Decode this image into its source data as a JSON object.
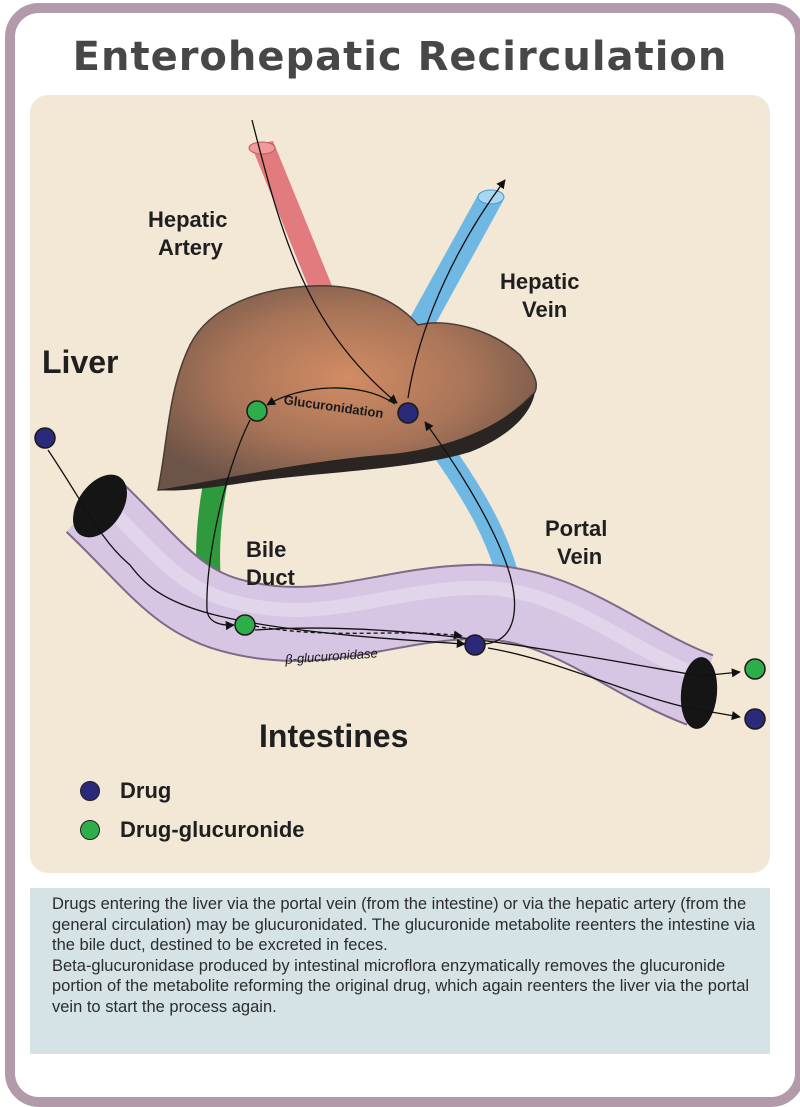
{
  "title": "Enterohepatic Recirculation",
  "labels": {
    "hepatic_artery": [
      "Hepatic",
      "Artery"
    ],
    "hepatic_vein": [
      "Hepatic",
      "Vein"
    ],
    "liver": "Liver",
    "bile_duct": [
      "Bile",
      "Duct"
    ],
    "portal_vein": [
      "Portal",
      "Vein"
    ],
    "intestines": "Intestines",
    "glucuronidation": "Glucuronidation",
    "beta_glucuronidase": "β-glucuronidase"
  },
  "legend": [
    {
      "label": "Drug",
      "color": "#2b2a7a"
    },
    {
      "label": "Drug-glucuronide",
      "color": "#2eae4a"
    }
  ],
  "colors": {
    "hepatic_artery": "#e27b7d",
    "vessel_blue": "#6fb8e4",
    "bile_duct": "#2f9a3d",
    "intestine": "#d7c6e3",
    "liver": "#a5735a",
    "panel": "#f3e8d6",
    "caption_bg": "#d5e3e6",
    "border": "#b39aab"
  },
  "caption": [
    "Drugs entering the liver via the portal vein (from the intestine) or via the hepatic artery (from the general circulation) may be glucuronidated. The glucuronide metabolite reenters the intestine via the bile duct, destined to be excreted in feces.",
    "Beta-glucuronidase produced by intestinal microflora enzymatically removes the glucuronide portion of the metabolite reforming the original drug, which again reenters the liver via the portal vein to start the process again."
  ]
}
